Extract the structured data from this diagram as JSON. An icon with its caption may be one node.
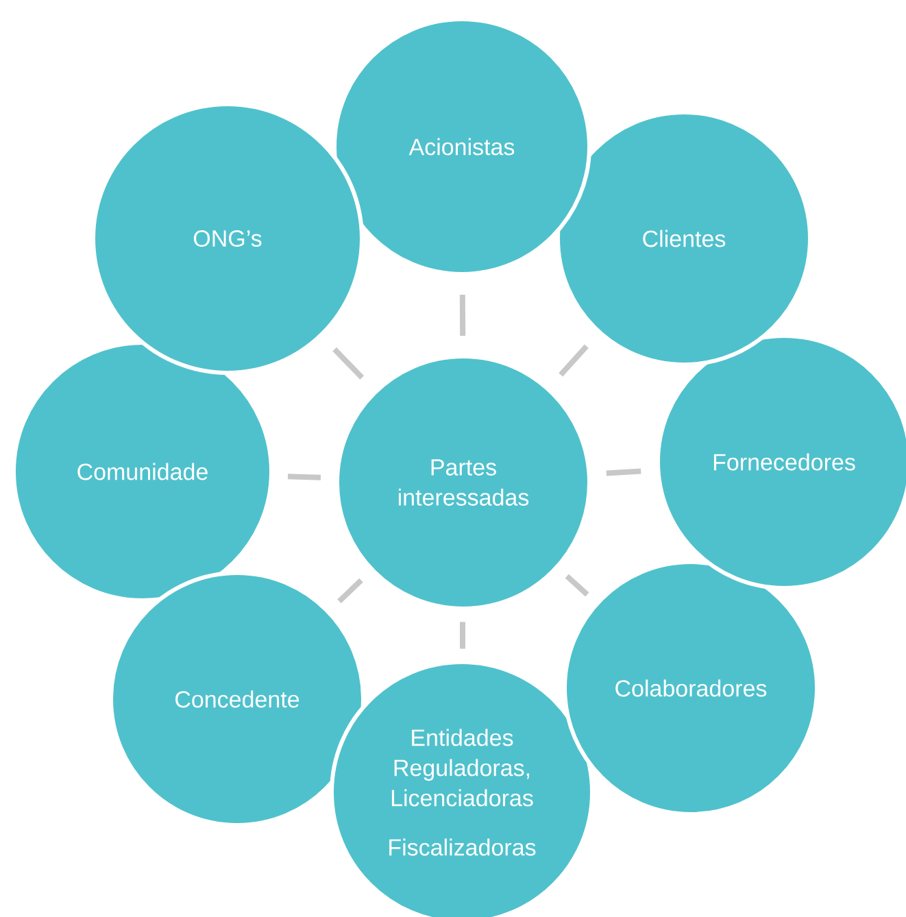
{
  "diagram": {
    "nodes": [
      {
        "text": [
          "Partes interessadas"
        ]
      },
      {
        "text": [
          "Acionistas"
        ]
      },
      {
        "text": [
          "Clientes"
        ]
      },
      {
        "text": [
          "Fornecedores"
        ]
      },
      {
        "text": [
          "Colaboradores"
        ]
      },
      {
        "text": [
          "Entidades Reguladoras, Licenciadoras",
          "Fiscalizadoras"
        ]
      },
      {
        "text": [
          "Concedente"
        ]
      },
      {
        "text": [
          "Comunidade"
        ]
      },
      {
        "text": [
          "ONG’s"
        ]
      }
    ],
    "edges": [
      {
        "from": 0,
        "to": 1,
        "arrow": "none"
      },
      {
        "from": 0,
        "to": 2,
        "arrow": "none"
      },
      {
        "from": 0,
        "to": 3,
        "arrow": "none"
      },
      {
        "from": 0,
        "to": 4,
        "arrow": "none"
      },
      {
        "from": 0,
        "to": 5,
        "arrow": "none"
      },
      {
        "from": 0,
        "to": 6,
        "arrow": "none"
      },
      {
        "from": 0,
        "to": 7,
        "arrow": "none"
      },
      {
        "from": 0,
        "to": 8,
        "arrow": "none"
      }
    ]
  }
}
